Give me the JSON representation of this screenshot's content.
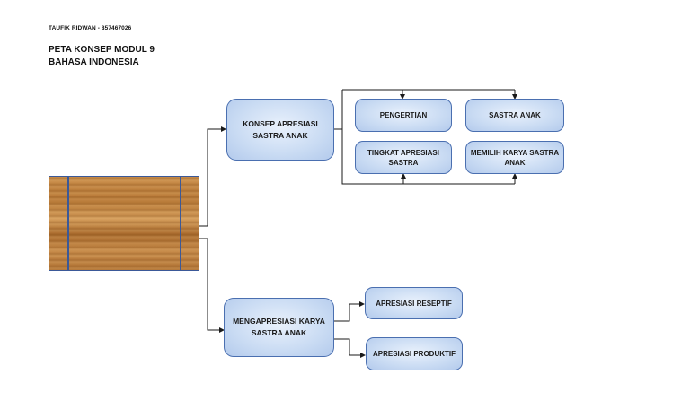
{
  "header": {
    "author": "TAUFIK RIDWAN - 857467026",
    "title_line1": "PETA KONSEP MODUL 9",
    "title_line2": "BAHASA INDONESIA"
  },
  "nodes": {
    "konsep": "KONSEP APRESIASI SASTRA ANAK",
    "pengertian": "PENGERTIAN",
    "sastra_anak": "SASTRA ANAK",
    "tingkat": "TINGKAT APRESIASI SASTRA",
    "memilih": "MEMILIH KARYA SASTRA ANAK",
    "mengapresiasi": "MENGAPRESIASI KARYA SASTRA ANAK",
    "reseptif": "APRESIASI RESEPTIF",
    "produktif": "APRESIASI PRODUKTIF"
  },
  "colors": {
    "node_border": "#4a6fb0",
    "node_fill": "#c9dbf3",
    "connector": "#1a1a1a",
    "wood": "#b77836"
  }
}
